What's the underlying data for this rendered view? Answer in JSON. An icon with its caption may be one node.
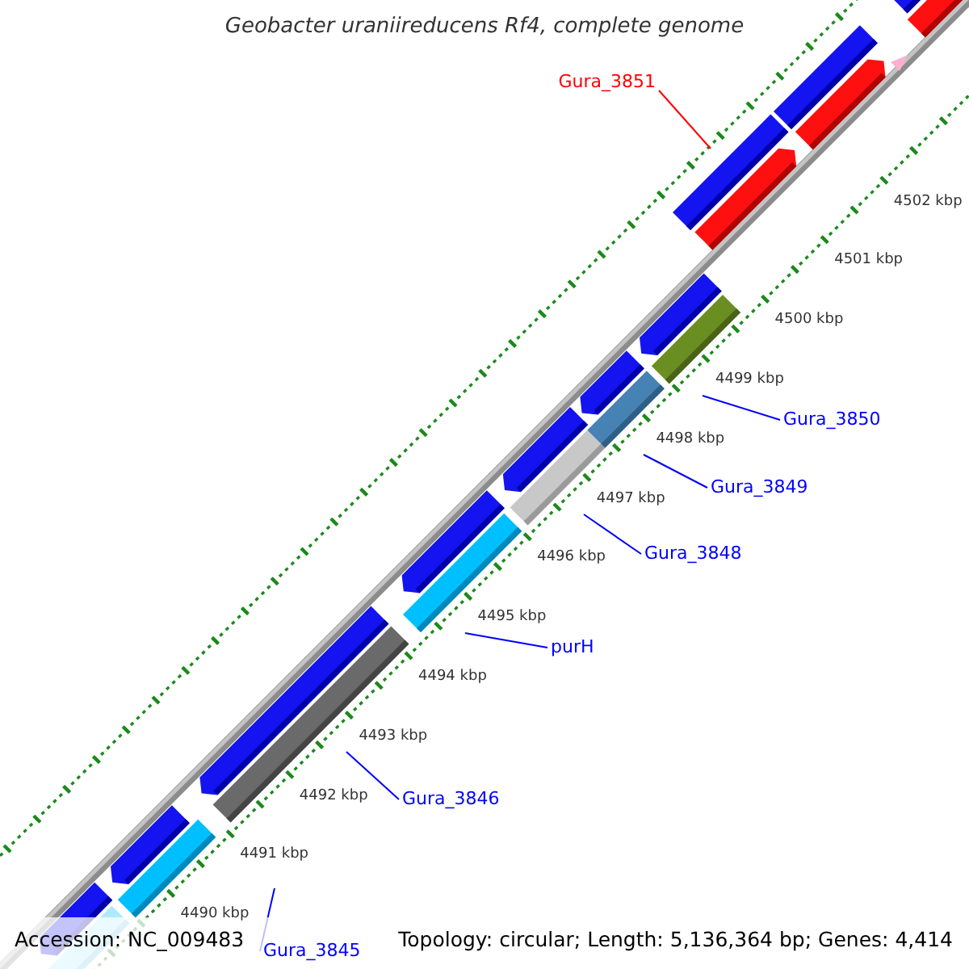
{
  "diagram": {
    "title": "Geobacter uraniireducens Rf4, complete genome",
    "nodes": [
      {
        "text": [
          "Gura_3851"
        ]
      },
      {
        "text": [
          "Gura_3850"
        ]
      },
      {
        "text": [
          "Gura_3849"
        ]
      },
      {
        "text": [
          "Gura_3848"
        ]
      },
      {
        "text": [
          "purH"
        ]
      },
      {
        "text": [
          "Gura_3846"
        ]
      },
      {
        "text": [
          "Gura_3845"
        ]
      }
    ],
    "edges": [
      {
        "from": 0,
        "to": null,
        "arrow": "none",
        "color": "#ff0000"
      },
      {
        "from": 1,
        "to": null,
        "arrow": "none"
      },
      {
        "from": 2,
        "to": null,
        "arrow": "none"
      },
      {
        "from": 3,
        "to": null,
        "arrow": "none"
      },
      {
        "from": 4,
        "to": null,
        "arrow": "none"
      },
      {
        "from": 5,
        "to": null,
        "arrow": "none"
      },
      {
        "from": 6,
        "to": null,
        "arrow": "none"
      }
    ],
    "labels": [
      "4502 kbp",
      "4501 kbp",
      "4500 kbp",
      "4499 kbp",
      "4498 kbp",
      "4497 kbp",
      "4496 kbp",
      "4495 kbp",
      "4494 kbp",
      "4493 kbp",
      "4492 kbp",
      "4491 kbp",
      "4490 kbp",
      "Accession: NC_009483",
      "Topology: circular; Length: 5,136,364 bp; Genes: 4,414"
    ]
  }
}
